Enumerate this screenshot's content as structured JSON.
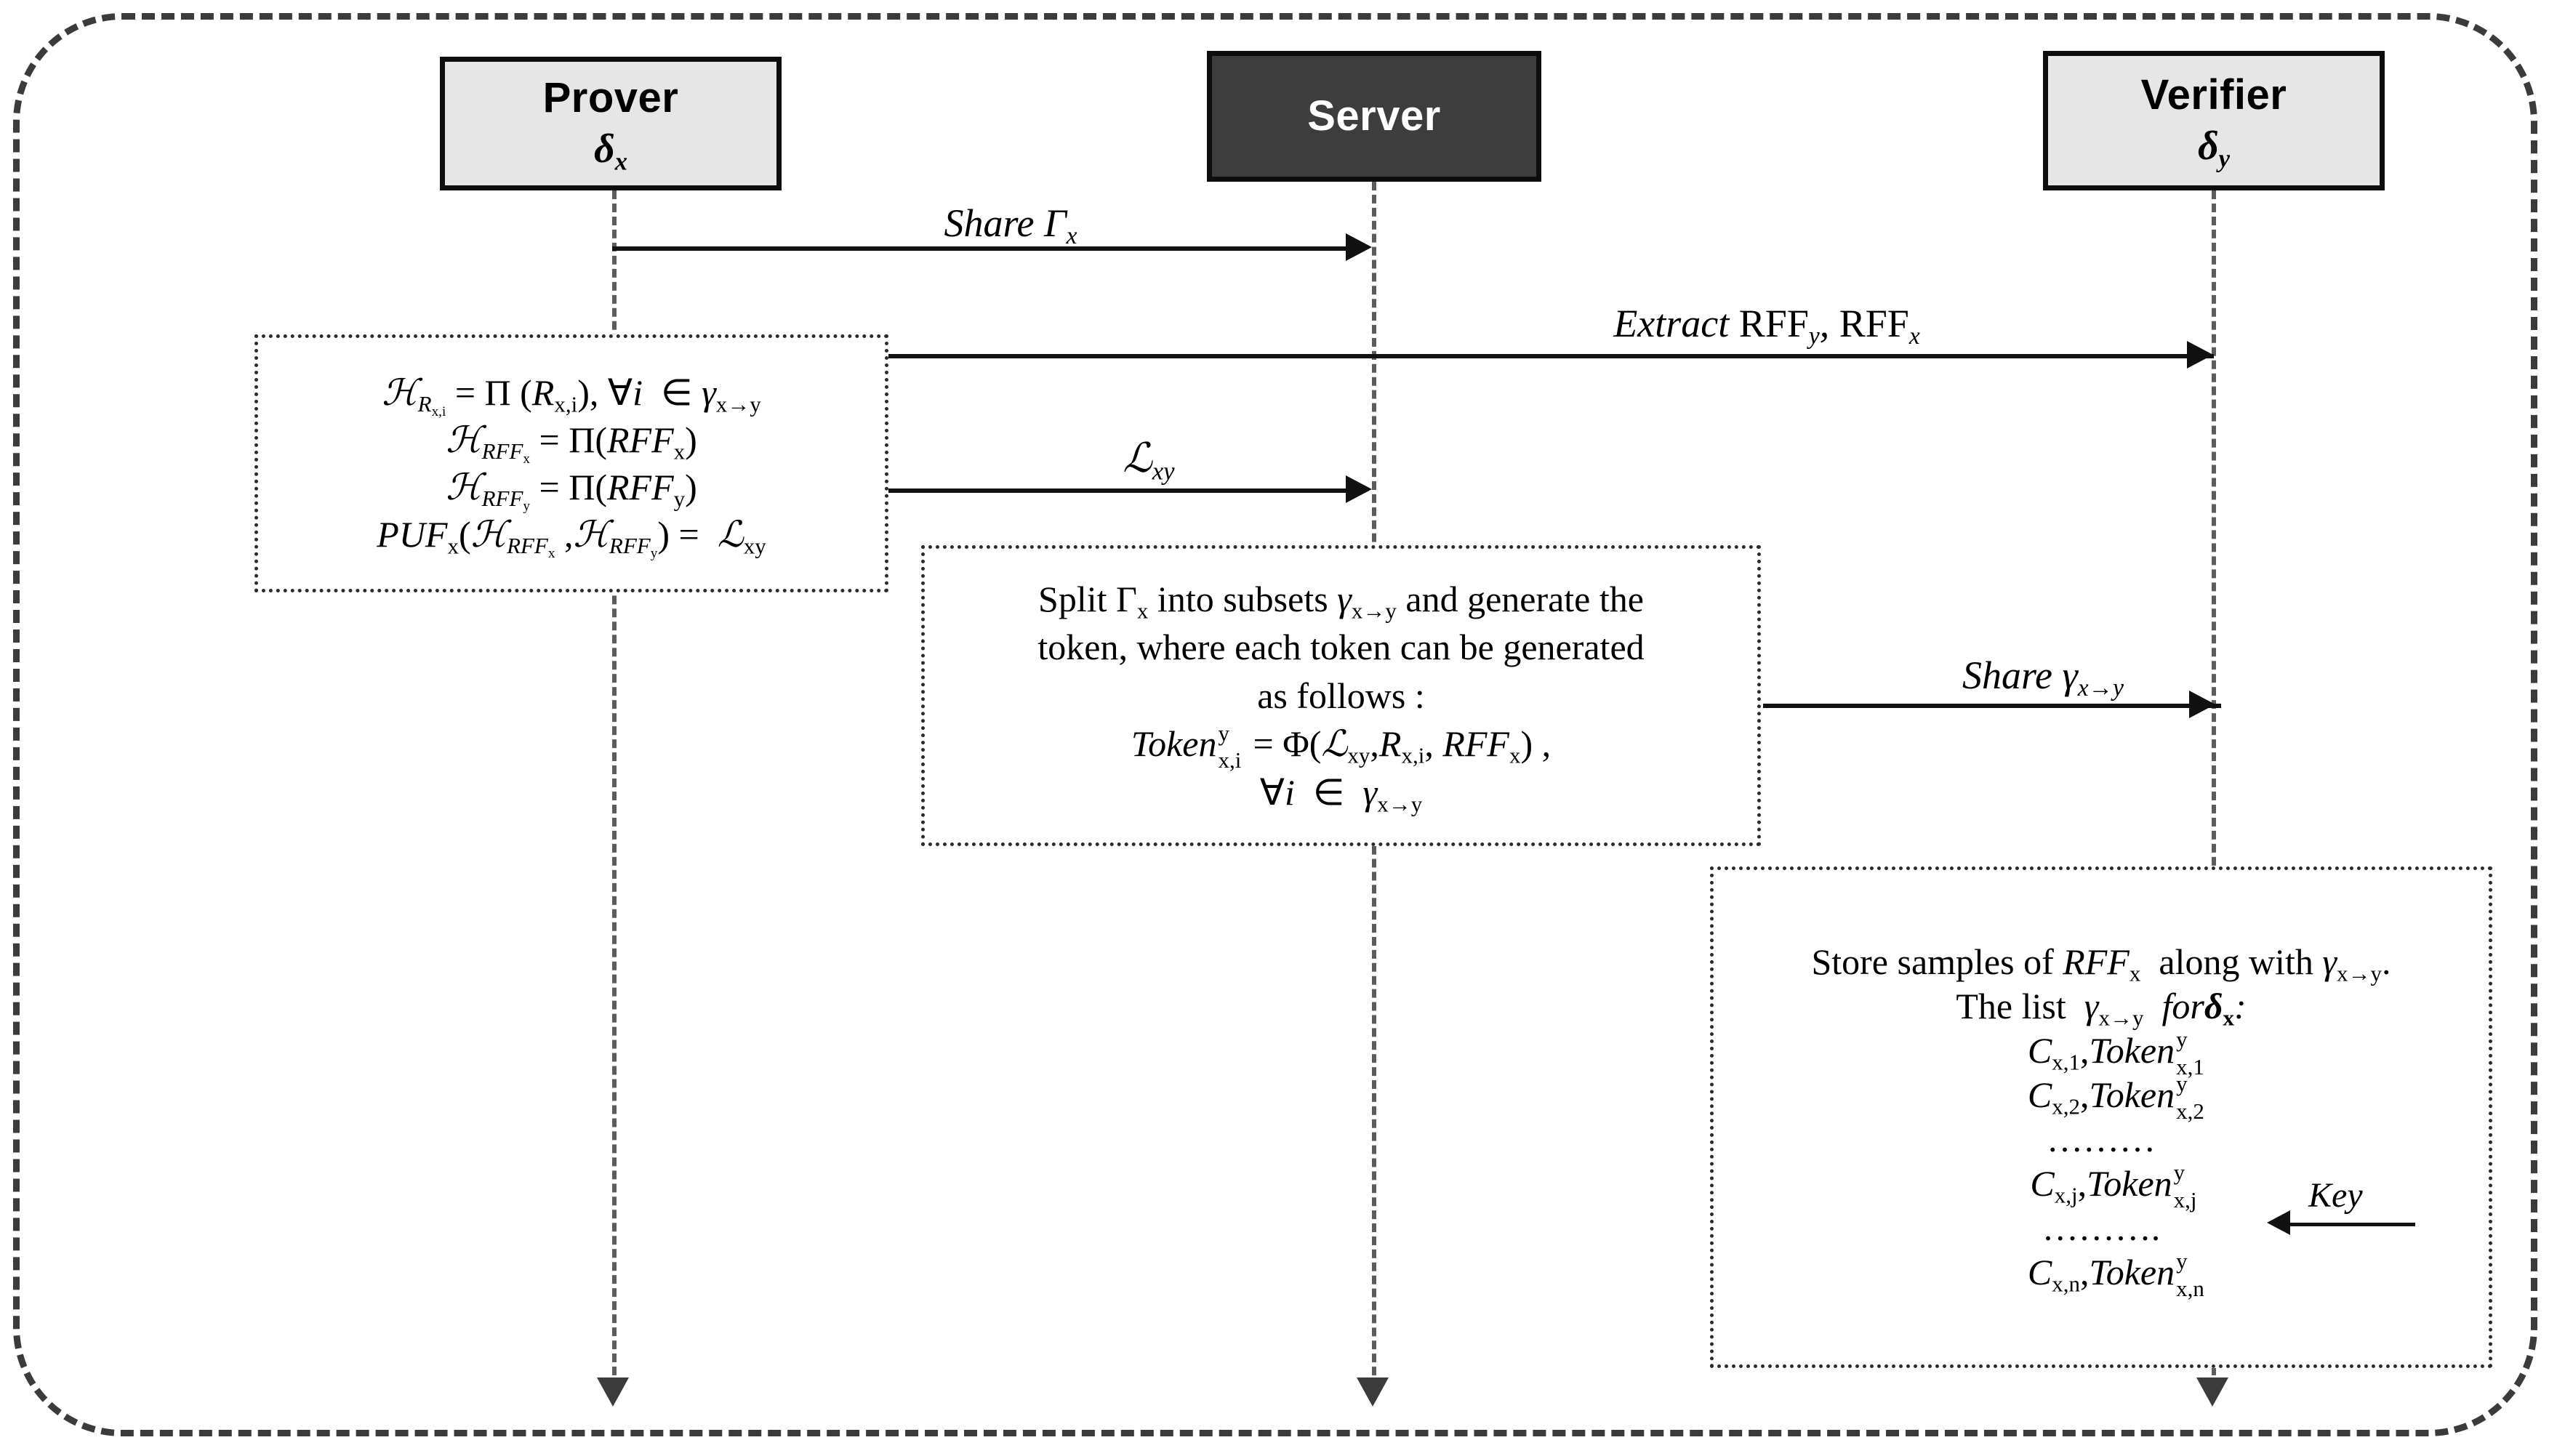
{
  "diagram": {
    "title": "Prover-Server-Verifier token enrollment sequence",
    "colors": {
      "actor_light_fill": "#e6e6e6",
      "actor_dark_fill": "#3d3d3d",
      "actor_dark_text": "#ffffff",
      "stroke": "#0d0d0d",
      "lifeline": "#5c5c5c",
      "outer_frame": "#3b3b3b"
    },
    "actors": [
      {
        "id": "prover",
        "name": "Prover",
        "symbol_base": "δ",
        "symbol_sub": "x",
        "style": "light"
      },
      {
        "id": "server",
        "name": "Server",
        "symbol_base": "",
        "symbol_sub": "",
        "style": "dark"
      },
      {
        "id": "verifier",
        "name": "Verifier",
        "symbol_base": "δ",
        "symbol_sub": "y",
        "style": "light"
      }
    ],
    "messages": [
      {
        "id": "share-gamma-cap",
        "label": "Share Γ",
        "label_sub": "x",
        "from": "prover",
        "to": "server",
        "direction": "right"
      },
      {
        "id": "extract-rff",
        "label": "Extract RFF",
        "label_sub": "y",
        "label_tail": ", RFF",
        "label_sub2": "x",
        "from": "verifier",
        "to": "prover",
        "direction": "both"
      },
      {
        "id": "lxy",
        "label": "ℒ",
        "label_sub": "xy",
        "from": "prover",
        "to": "server",
        "direction": "right"
      },
      {
        "id": "share-gamma-small",
        "label": "Share γ",
        "label_sub": "x→y",
        "from": "server",
        "to": "verifier",
        "direction": "right"
      },
      {
        "id": "key",
        "label": "Key",
        "from": "right",
        "to": "token-list",
        "direction": "left"
      }
    ],
    "notes": {
      "prover_note": {
        "id": "prover-computation-note",
        "lines": [
          "ℋ_{R_{x,i}} = Π (R_{x,i}), ∀i ∈ γ_{x→y}",
          "ℋ_{RFF_x} = Π(RFF_x)",
          "ℋ_{RFF_y} = Π(RFF_y)",
          "PUF_x(ℋ_{RFF_x}, ℋ_{RFF_y}) = ℒ_{xy}"
        ]
      },
      "server_note": {
        "id": "server-split-token-note",
        "lines": [
          "Split Γ_x into subsets γ_{x→y} and generate the",
          "token, where each token can be generated",
          "as follows :",
          "Token^{y}_{x,i} = Φ(ℒ_{xy}, R_{x,i}, RFF_x) ,",
          "∀i ∈ γ_{x→y}"
        ]
      },
      "verifier_note": {
        "id": "verifier-store-note",
        "lines": [
          "Store samples of RFF_x along with γ_{x→y}.",
          "The list γ_{x→y} for δ_x :",
          "C_{x,1}, Token^{y}_{x,1}",
          "C_{x,2}, Token^{y}_{x,2}",
          "………",
          "C_{x,j}, Token^{y}_{x,j}",
          "……….",
          "C_{x,n}, Token^{y}_{x,n}"
        ],
        "ellipsis_1": "………",
        "ellipsis_2": "………."
      }
    },
    "symbols": {
      "H": "ℋ",
      "Pi": "Π",
      "Phi": "Φ",
      "L": "ℒ",
      "forall": "∀",
      "in": "∈",
      "gamma": "γ",
      "Gamma": "Γ",
      "delta": "δ",
      "to": "→"
    },
    "labels": {
      "prover_name": "Prover",
      "server_name": "Server",
      "verifier_name": "Verifier",
      "key": "Key",
      "token_word": "Token",
      "split_l1_a": "Split",
      "split_l1_b": "into subsets",
      "split_l1_c": "and generate the",
      "split_l2": "token, where each token can be generated",
      "split_l3": "as follows :",
      "store_l1_a": "Store samples of",
      "store_l1_b": "along with",
      "store_l2_a": "The list",
      "store_l2_b": "for",
      "share_word": "Share",
      "extract_word": "Extract",
      "rff": "RFF",
      "puf": "PUF",
      "c_letter": "C"
    }
  }
}
